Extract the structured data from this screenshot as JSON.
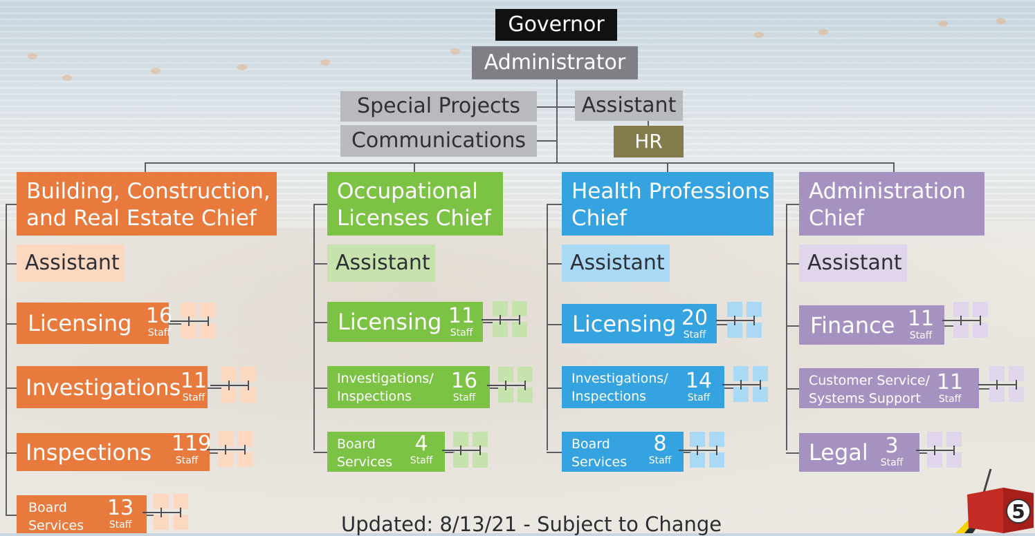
{
  "top": {
    "governor": "Governor",
    "administrator": "Administrator",
    "special_projects": "Special Projects",
    "communications": "Communications",
    "assistant": "Assistant",
    "hr": "HR"
  },
  "divisions": [
    {
      "chief": [
        "Building, Construction,",
        "and Real Estate Chief"
      ],
      "assistant": "Assistant",
      "color": "#e87a3d",
      "light_color": "#fcd8c1",
      "units": [
        {
          "name": [
            "Licensing"
          ],
          "count": "16",
          "label": "Staff"
        },
        {
          "name": [
            "Investigations"
          ],
          "count": "11",
          "label": "Staff"
        },
        {
          "name": [
            "Inspections"
          ],
          "count": "119",
          "label": "Staff"
        },
        {
          "name": [
            "Board",
            "Services"
          ],
          "count": "13",
          "label": "Staff"
        }
      ]
    },
    {
      "chief": [
        "Occupational",
        "Licenses Chief"
      ],
      "assistant": "Assistant",
      "color": "#7cc245",
      "light_color": "#c7e3ad",
      "units": [
        {
          "name": [
            "Licensing"
          ],
          "count": "11",
          "label": "Staff"
        },
        {
          "name": [
            "Investigations/",
            "Inspections"
          ],
          "count": "16",
          "label": "Staff"
        },
        {
          "name": [
            "Board",
            "Services"
          ],
          "count": "4",
          "label": "Staff"
        }
      ]
    },
    {
      "chief": [
        "Health Professions",
        "Chief"
      ],
      "assistant": "Assistant",
      "color": "#34a3df",
      "light_color": "#a9d9f4",
      "units": [
        {
          "name": [
            "Licensing"
          ],
          "count": "20",
          "label": "Staff"
        },
        {
          "name": [
            "Investigations/",
            "Inspections"
          ],
          "count": "14",
          "label": "Staff"
        },
        {
          "name": [
            "Board",
            "Services"
          ],
          "count": "8",
          "label": "Staff"
        }
      ]
    },
    {
      "chief": [
        "Administration",
        "Chief"
      ],
      "assistant": "Assistant",
      "color": "#a692c1",
      "light_color": "#e0d5eb",
      "units": [
        {
          "name": [
            "Finance"
          ],
          "count": "11",
          "label": "Staff"
        },
        {
          "name": [
            "Customer Service/",
            "Systems Support"
          ],
          "count": "11",
          "label": "Staff"
        },
        {
          "name": [
            "Legal"
          ],
          "count": "3",
          "label": "Staff"
        }
      ]
    }
  ],
  "footer": "Updated: 8/13/21 - Subject to Change",
  "logo_number": "5"
}
